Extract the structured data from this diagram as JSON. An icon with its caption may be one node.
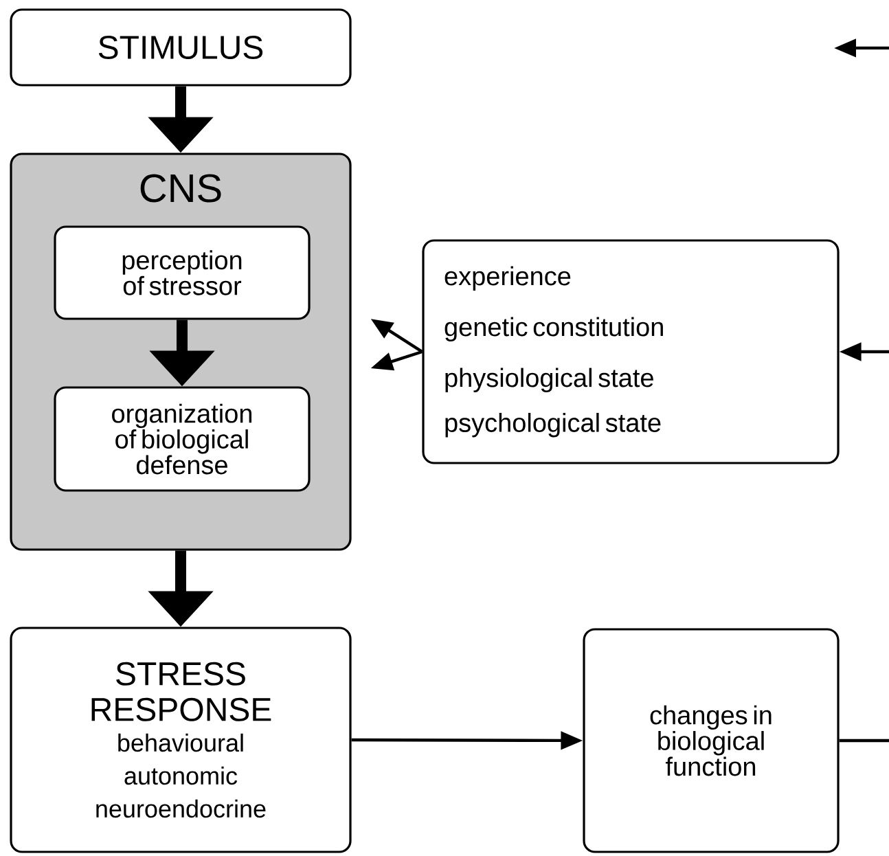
{
  "diagram": {
    "nodes": [
      {
        "text": [
          "STIMULUS"
        ]
      },
      {
        "text": [
          "CNS"
        ]
      },
      {
        "text": [
          "perception of stressor"
        ],
        "in": 1
      },
      {
        "text": [
          "organization of biological defense"
        ],
        "in": 1
      },
      {
        "text": [
          "experience",
          "genetic constitution",
          "physiological state",
          "psychological state"
        ]
      },
      {
        "text": [
          "STRESS RESPONSE",
          "behavioural autonomic neuroendocrine"
        ]
      },
      {
        "text": [
          "changes in biological function"
        ]
      }
    ],
    "edges": [
      {
        "from": 0,
        "to": 1,
        "arrow": "to",
        "style": "thick"
      },
      {
        "from": 2,
        "to": 3,
        "arrow": "to",
        "style": "thick"
      },
      {
        "from": 4,
        "to": 1,
        "arrow": "to"
      },
      {
        "from": 4,
        "to": 1,
        "arrow": "to"
      },
      {
        "from": 1,
        "to": 5,
        "arrow": "to",
        "style": "thick"
      },
      {
        "from": 5,
        "to": 6,
        "arrow": "to"
      },
      {
        "from": null,
        "to": 4,
        "arrow": "to"
      },
      {
        "from": 6,
        "to": null,
        "arrow": "none"
      }
    ]
  }
}
